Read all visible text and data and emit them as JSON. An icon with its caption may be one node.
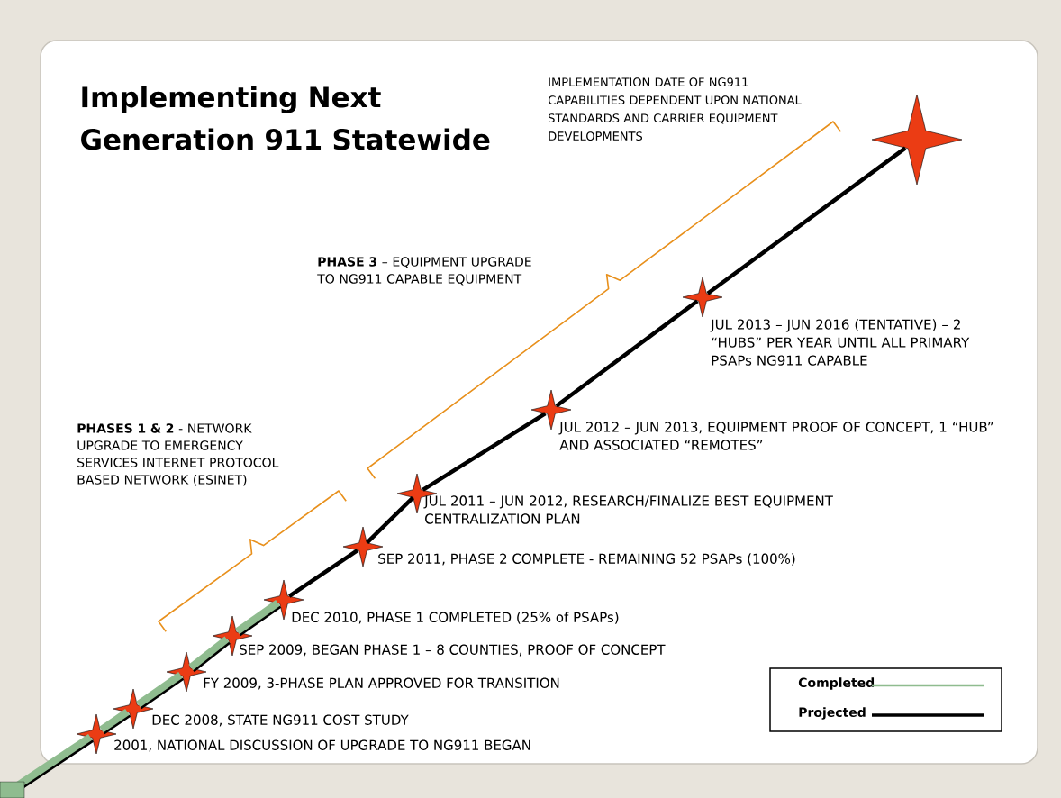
{
  "diagram": {
    "title": "Implementing Next Generation 911 Statewide",
    "nodes": [
      {
        "text": [],
        "shape": "star",
        "beside": [
          "2001, NATIONAL DISCUSSION OF UPGRADE TO NG911 BEGAN"
        ]
      },
      {
        "text": [],
        "shape": "star",
        "beside": [
          "DEC 2008, STATE NG911 COST STUDY"
        ]
      },
      {
        "text": [],
        "shape": "star",
        "beside": [
          "FY 2009, 3-PHASE PLAN APPROVED FOR TRANSITION"
        ]
      },
      {
        "text": [],
        "shape": "star",
        "beside": [
          "SEP 2009, BEGAN PHASE 1 – 8 COUNTIES, PROOF OF CONCEPT"
        ]
      },
      {
        "text": [],
        "shape": "star",
        "beside": [
          "DEC 2010, PHASE 1 COMPLETED (25% of PSAPs)"
        ]
      },
      {
        "text": [],
        "shape": "star",
        "beside": [
          "SEP 2011, PHASE 2 COMPLETE - REMAINING 52 PSAPs (100%)"
        ]
      },
      {
        "text": [],
        "shape": "star",
        "beside": [
          "JUL 2011 – JUN 2012, RESEARCH/FINALIZE BEST EQUIPMENT CENTRALIZATION PLAN"
        ]
      },
      {
        "text": [],
        "shape": "star",
        "beside": [
          "JUL 2012 – JUN 2013, EQUIPMENT PROOF OF CONCEPT, 1 “HUB” AND ASSOCIATED “REMOTES”"
        ]
      },
      {
        "text": [],
        "shape": "star",
        "beside": [
          "JUL 2013 – JUN 2016 (TENTATIVE) – 2 “HUBS” PER YEAR UNTIL ALL PRIMARY PSAPs NG911 CAPABLE"
        ]
      },
      {
        "text": [],
        "shape": "star"
      }
    ],
    "edges": [
      {
        "from": null,
        "to": 0,
        "arrow": "other",
        "style": "thick",
        "color": "#8fbc8f"
      },
      {
        "from": 0,
        "to": 1,
        "arrow": "none",
        "style": "thick",
        "color": "#8fbc8f"
      },
      {
        "from": 1,
        "to": 2,
        "arrow": "none",
        "style": "thick",
        "color": "#8fbc8f"
      },
      {
        "from": 2,
        "to": 3,
        "arrow": "none",
        "style": "thick",
        "color": "#8fbc8f"
      },
      {
        "from": 3,
        "to": 4,
        "arrow": "none",
        "style": "thick",
        "color": "#8fbc8f"
      },
      {
        "from": 4,
        "to": 5,
        "arrow": "none",
        "color": "#000000"
      },
      {
        "from": 5,
        "to": 6,
        "arrow": "none",
        "color": "#000000"
      },
      {
        "from": 6,
        "to": 7,
        "arrow": "none",
        "color": "#000000"
      },
      {
        "from": 7,
        "to": 8,
        "arrow": "none",
        "color": "#000000"
      },
      {
        "from": 8,
        "to": 9,
        "arrow": "none",
        "color": "#000000"
      }
    ],
    "labels": [
      "**PHASES 1 & 2** - NETWORK UPGRADE TO EMERGENCY SERVICES INTERNET PROTOCOL BASED NETWORK (ESINET)",
      "**PHASE 3** – EQUIPMENT UPGRADE TO NG911 CAPABLE EQUIPMENT",
      "IMPLEMENTATION DATE OF NG911 CAPABILITIES DEPENDENT UPON NATIONAL STANDARDS AND CARRIER EQUIPMENT DEVELOPMENTS"
    ],
    "legend": [
      {
        "text": "Completed"
      },
      {
        "text": "Projected"
      }
    ]
  }
}
